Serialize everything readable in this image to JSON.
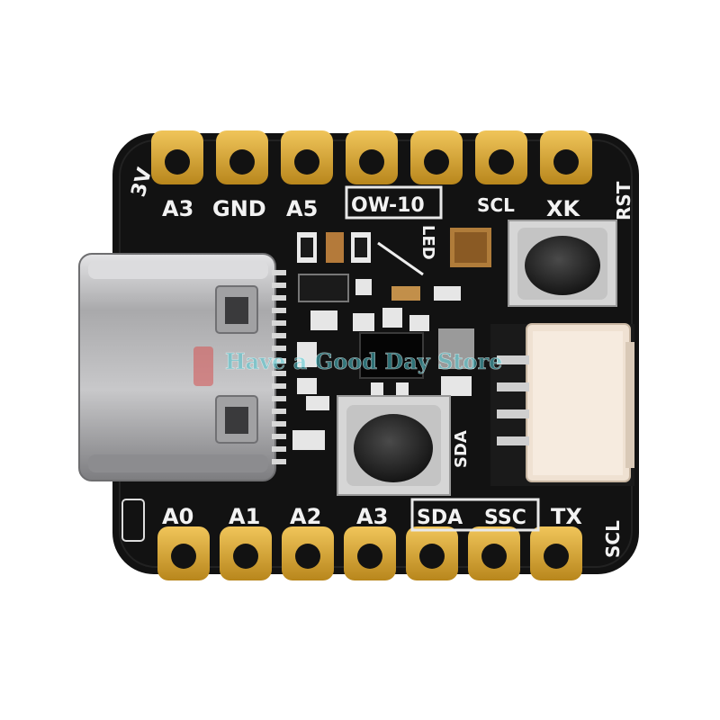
{
  "board": {
    "top_labels": [
      "A3",
      "GND",
      "A5",
      "OW-10",
      "SCL",
      "XK",
      "RST"
    ],
    "bottom_labels": [
      "A0",
      "A1",
      "A2",
      "A3",
      "SDA",
      "SSC",
      "TX",
      "SCL"
    ],
    "left_edge_label": "3V",
    "side_labels": [
      "LED",
      "SDA"
    ],
    "watermark": "Have a Good Day Store"
  },
  "colors": {
    "pcb": "#121212",
    "gold": "#d9a72e",
    "silkscreen": "#f2f2f2",
    "usb_metal": "#b9b9bb",
    "connector": "#efe1d2",
    "button": "#2b2b2b"
  }
}
